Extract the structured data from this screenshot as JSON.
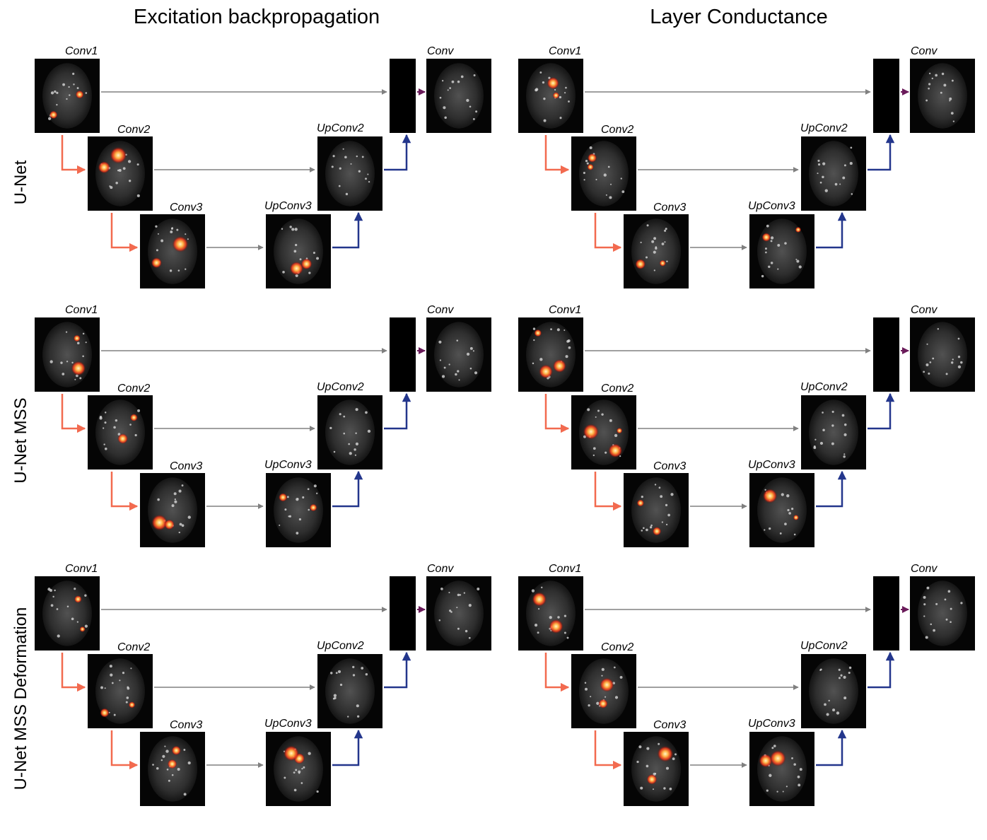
{
  "columns": [
    "Excitation backpropagation",
    "Layer Conductance"
  ],
  "rows": [
    "U-Net",
    "U-Net MSS",
    "U-Net MSS Deformation"
  ],
  "layers": {
    "conv1": "Conv1",
    "conv2": "Conv2",
    "conv3": "Conv3",
    "upconv3": "UpConv3",
    "upconv2": "UpConv2",
    "conv": "Conv"
  },
  "colors": {
    "encoder_arrow": "#f26a4f",
    "decoder_arrow": "#23368c",
    "skip_arrow": "#808080",
    "output_arrow": "#6a1b5a",
    "heatmap_hot": "#ff3b1a",
    "heatmap_warm": "#ffb347",
    "image_bg": "#050505"
  }
}
